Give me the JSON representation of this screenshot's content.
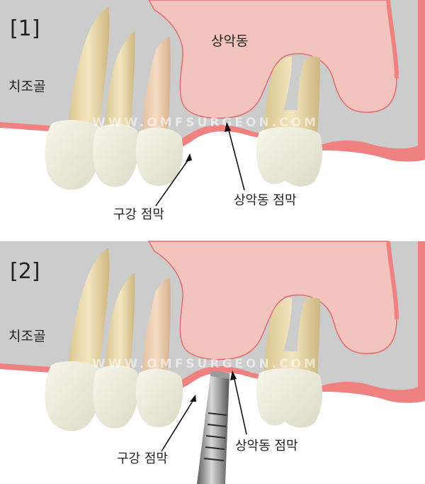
{
  "panels": [
    {
      "number": "[1]",
      "bone_label": "치조골",
      "sinus_label": "상악동",
      "oral_mucosa_label": "구강 점막",
      "sinus_mucosa_label": "상악동 점막",
      "watermark": "WWW.OMFSURGEON.COM"
    },
    {
      "number": "[2]",
      "bone_label": "치조골",
      "oral_mucosa_label": "구강 점막",
      "sinus_mucosa_label": "상악동 점막",
      "watermark": "WWW.OMFSURGEON.COM"
    }
  ],
  "colors": {
    "bone": "#cccccc",
    "sinus": "#f2c4bd",
    "gum": "#ef8181",
    "tooth_crown": "#efeede",
    "tooth_root": "#e8d7a8",
    "instrument": "#8a8a8a"
  }
}
